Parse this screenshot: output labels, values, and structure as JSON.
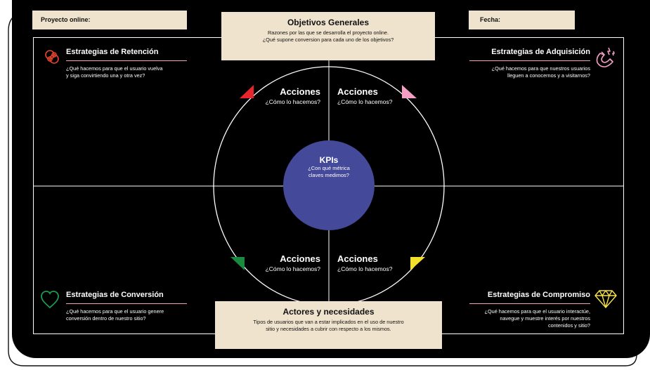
{
  "header": {
    "project_label": "Proyecto online:",
    "date_label": "Fecha:"
  },
  "objectives": {
    "title": "Objetivos Generales",
    "line1": "Razones por las que se desarrolla el proyecto online.",
    "line2": "¿Qué supone conversion para cada uno de los objetivos?"
  },
  "actors": {
    "title": "Actores y necesidades",
    "line1": "Tipos de usuarios que van a estar implicados en el uso de nuestro",
    "line2": "sitio y necesidades a cubrir con respecto a los mismos."
  },
  "quadrants": {
    "retention": {
      "title": "Estrategias de Retención",
      "line1": "¿Qué hacemos para que el usuario vuelva",
      "line2": "y siga convirtiendo una y otra vez?",
      "icon": "infinity-rings-icon",
      "color": "#e8452c"
    },
    "acquisition": {
      "title": "Estrategias de Adquisición",
      "line1": "¿Qué hacemos para que nuestros usuarios",
      "line2": "lleguen a conocernos y a visitarnos?",
      "icon": "magnet-icon",
      "color": "#f4a0c4"
    },
    "conversion": {
      "title": "Estrategias de Conversión",
      "line1": "¿Qué hacemos para que el usuario genere",
      "line2": "conversión dentro de nuestro sitio?",
      "icon": "heart-icon",
      "color": "#1f9a4f"
    },
    "commitment": {
      "title": "Estrategias de Compromiso",
      "line1": "¿Qué hacemos para que el usuario interactúe,",
      "line2": "navegue y muestre interés por nuestros",
      "line3": "contenidos y sitio?",
      "icon": "diamond-icon",
      "color": "#f5e14a"
    }
  },
  "actions": {
    "title": "Acciones",
    "question": "¿Cómo lo hacemos?"
  },
  "kpi": {
    "title": "KPIs",
    "line1": "¿Con qué métrica",
    "line2": "claves medimos?",
    "color": "#44499a"
  }
}
